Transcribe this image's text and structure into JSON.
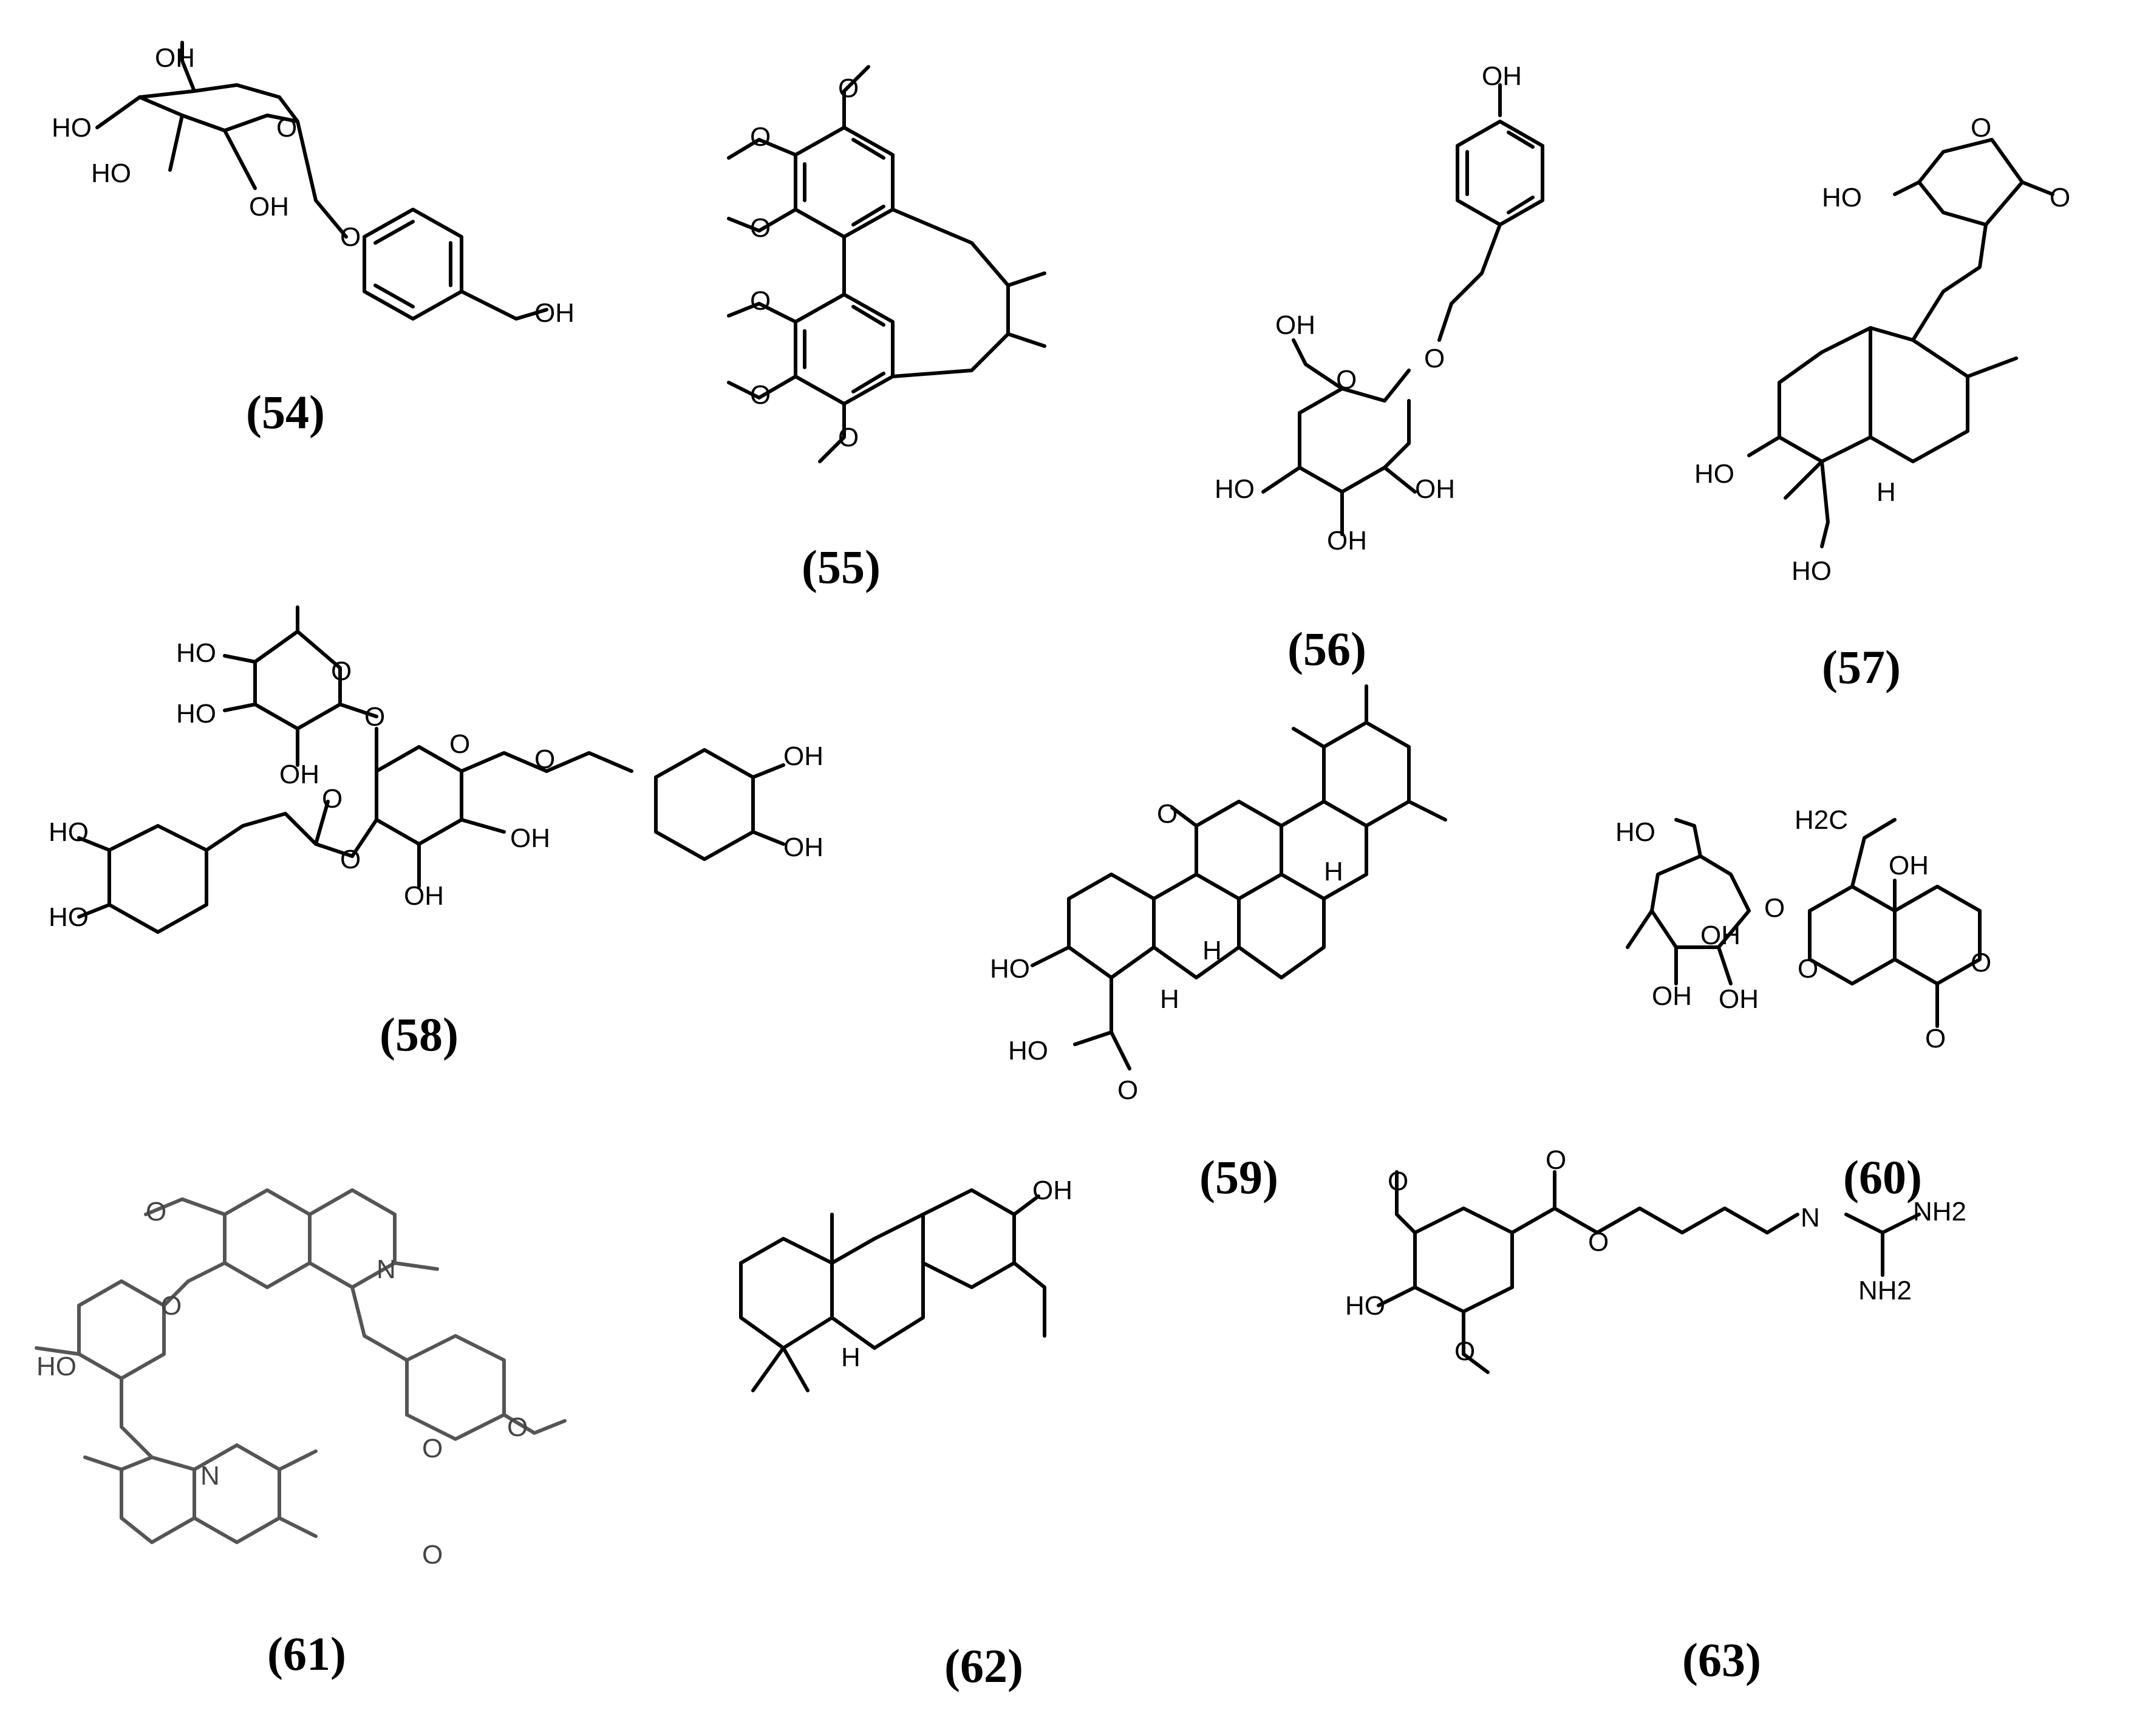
{
  "atom_labels": {
    "oh": "OH",
    "ho": "HO",
    "o": "O",
    "n": "N",
    "h": "H",
    "h2c": "H2C",
    "nh2": "NH2"
  },
  "compounds": [
    {
      "id": "54",
      "label": "(54)"
    },
    {
      "id": "55",
      "label": "(55)"
    },
    {
      "id": "56",
      "label": "(56)"
    },
    {
      "id": "57",
      "label": "(57)"
    },
    {
      "id": "58",
      "label": "(58)"
    },
    {
      "id": "59",
      "label": "(59)"
    },
    {
      "id": "60",
      "label": "(60)"
    },
    {
      "id": "61",
      "label": "(61)"
    },
    {
      "id": "62",
      "label": "(62)"
    },
    {
      "id": "63",
      "label": "(63)"
    }
  ]
}
